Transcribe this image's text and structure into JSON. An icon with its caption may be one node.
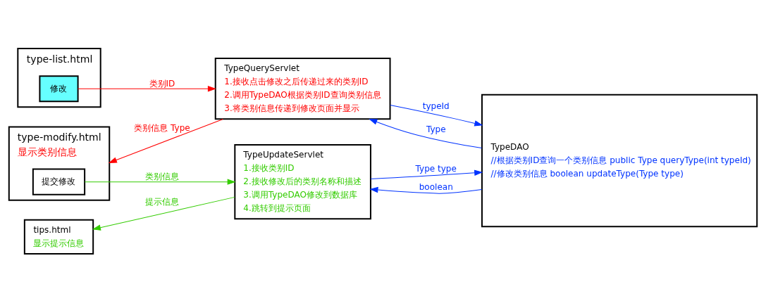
{
  "diagram": {
    "nodes": [
      {
        "text": [
          "type-list.html"
        ]
      },
      {
        "text": [
          "修改"
        ],
        "in": 0
      },
      {
        "text": [
          "TypeQueryServlet",
          "1.接收点击修改之后传递过来的类别ID",
          "2.调用TypeDAO根据类别ID查询类别信息",
          "3.将类别信息传递到修改页面并显示"
        ]
      },
      {
        "text": [
          "TypeDAO",
          "//根据类别ID查询一个类别信息 public Type queryType(int typeId)",
          "//修改类别信息 boolean updateType(Type type)"
        ]
      },
      {
        "text": [
          "type-modify.html",
          "显示类别信息"
        ]
      },
      {
        "text": [
          "提交修改"
        ],
        "in": 4
      },
      {
        "text": [
          "TypeUpdateServlet",
          "1.接收类别ID",
          "2.接收修改后的类别名称和描述",
          "3.调用TypeDAO修改到数据库",
          "4.跳转到提示页面"
        ]
      },
      {
        "text": [
          "tips.html",
          "显示提示信息"
        ]
      }
    ],
    "edges": [
      {
        "from": 1,
        "to": 2,
        "arrow": "to",
        "label": "类别ID",
        "color": "#ff0000"
      },
      {
        "from": 2,
        "to": 3,
        "arrow": "to",
        "label": "typeId"
      },
      {
        "from": 3,
        "to": 2,
        "arrow": "to",
        "label": "Type"
      },
      {
        "from": 2,
        "to": 4,
        "arrow": "to",
        "label": "类别信息 Type",
        "color": "#ff0000"
      },
      {
        "from": 5,
        "to": 6,
        "arrow": "to",
        "label": "类别信息",
        "color": "#33cc00"
      },
      {
        "from": 6,
        "to": 3,
        "arrow": "to",
        "label": "Type type"
      },
      {
        "from": 3,
        "to": 6,
        "arrow": "to",
        "label": "boolean"
      },
      {
        "from": 6,
        "to": 7,
        "arrow": "to",
        "label": "提示信息",
        "color": "#33cc00"
      }
    ]
  }
}
